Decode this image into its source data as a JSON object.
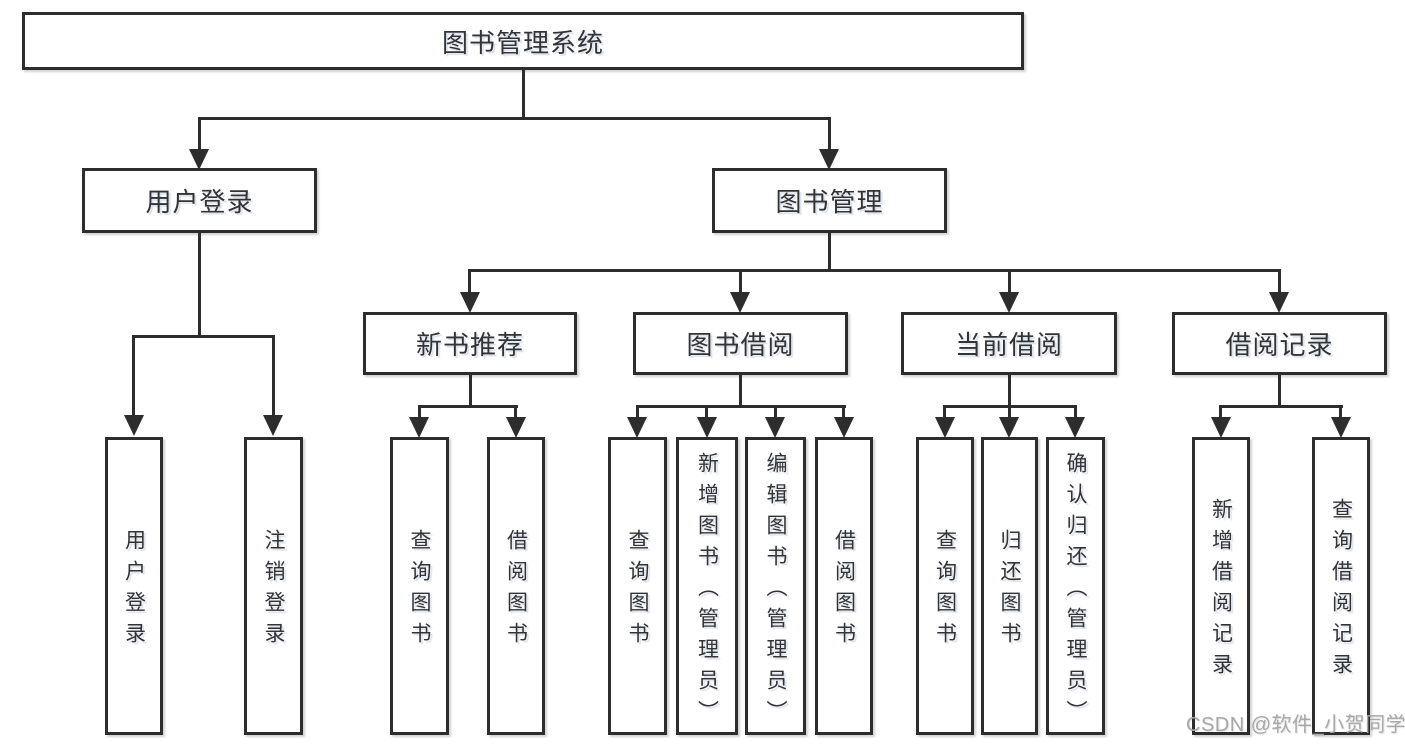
{
  "diagram": {
    "root": {
      "label": "图书管理系统",
      "children": [
        {
          "label": "用户登录",
          "children": [
            {
              "label": "用户登录"
            },
            {
              "label": "注销登录"
            }
          ]
        },
        {
          "label": "图书管理",
          "children": [
            {
              "label": "新书推荐",
              "children": [
                {
                  "label": "查询图书"
                },
                {
                  "label": "借阅图书"
                }
              ]
            },
            {
              "label": "图书借阅",
              "children": [
                {
                  "label": "查询图书"
                },
                {
                  "label": "新增图书（管理员）"
                },
                {
                  "label": "编辑图书（管理员）"
                },
                {
                  "label": "借阅图书"
                }
              ]
            },
            {
              "label": "当前借阅",
              "children": [
                {
                  "label": "查询图书"
                },
                {
                  "label": "归还图书"
                },
                {
                  "label": "确认归还（管理员）"
                }
              ]
            },
            {
              "label": "借阅记录",
              "children": [
                {
                  "label": "新增借阅记录"
                },
                {
                  "label": "查询借阅记录"
                }
              ]
            }
          ]
        }
      ]
    }
  },
  "watermark": {
    "text": "CSDN @软件_小贺同学"
  },
  "colors": {
    "line": "#2d2d2d",
    "text": "#333333",
    "watermark": "#a8a8a8",
    "bg": "#ffffff"
  }
}
